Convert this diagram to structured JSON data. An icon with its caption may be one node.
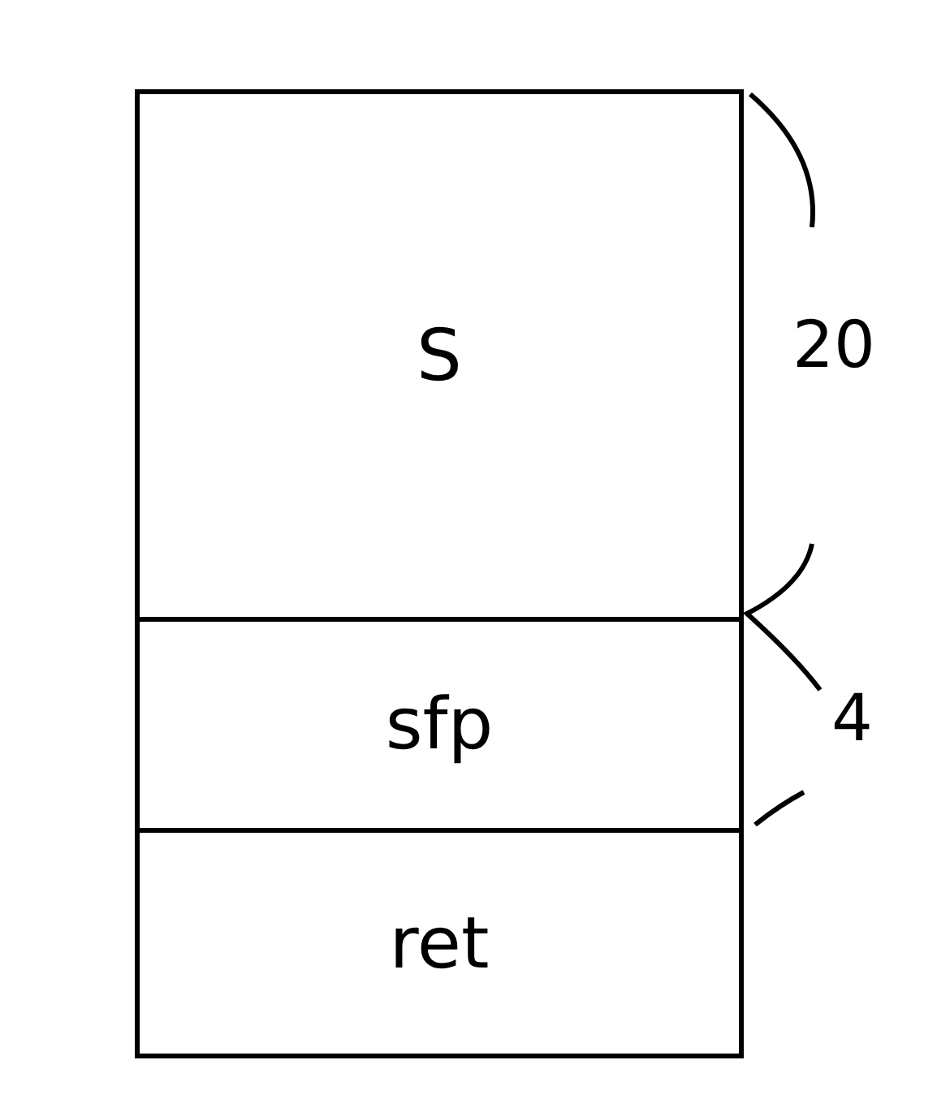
{
  "diagram": {
    "nodes": [
      {
        "text": [
          "S"
        ]
      },
      {
        "text": [
          "sfp"
        ]
      },
      {
        "text": [
          "ret"
        ]
      }
    ],
    "labels": [
      "20",
      "4"
    ]
  }
}
